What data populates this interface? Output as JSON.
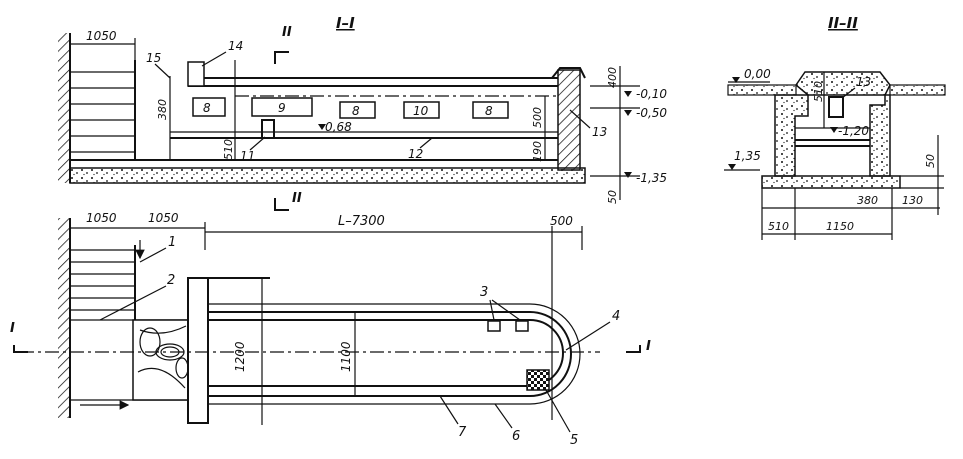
{
  "section_titles": {
    "main_section": "I–I",
    "cross_section": "II–II"
  },
  "section_markers": {
    "top_II": "II",
    "bottom_II": "II",
    "left_I": "I",
    "right_I": "I"
  },
  "section_view": {
    "dim_1050": "1050",
    "dim_380": "380",
    "dim_510": "510",
    "dim_500": "500",
    "dim_190": "190",
    "dim_400": "400",
    "dim_50": "50",
    "level_010": "-0,10",
    "level_050": "-0,50",
    "level_068": "0,68",
    "level_135": "-1,35",
    "callouts": [
      "15",
      "14",
      "8",
      "9",
      "8",
      "10",
      "8",
      "11",
      "12",
      "13"
    ]
  },
  "plan_view": {
    "dim_1050_a": "1050",
    "dim_1050_b": "1050",
    "dim_L": "L–7300",
    "dim_500": "500",
    "dim_1200": "1200",
    "dim_1100": "1100",
    "callouts": [
      "1",
      "2",
      "3",
      "4",
      "5",
      "6",
      "7"
    ]
  },
  "cross_view": {
    "level_000": "0,00",
    "level_120": "-1,20",
    "level_135": "1,35",
    "dim_510_v": "510",
    "dim_50": "50",
    "dim_380": "380",
    "dim_130": "130",
    "dim_510_h": "510",
    "dim_1150": "1150",
    "callout_13": "13"
  }
}
